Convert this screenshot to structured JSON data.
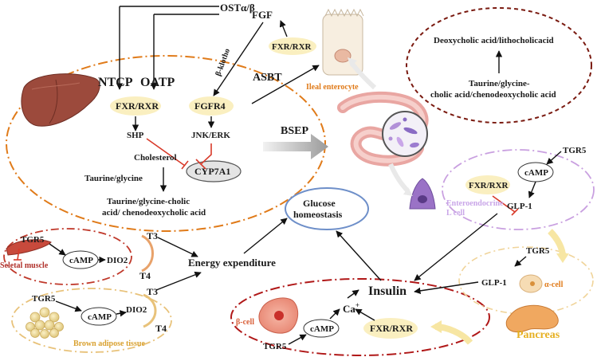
{
  "labels": {
    "ost": "OSTα/β",
    "fgf": "FGF",
    "fxr_rxr_top": "FXR/RXR",
    "beta_klotho": "β-klotho",
    "ileal_enterocyte": "Ileal enterocyte",
    "asbt": "ASBT",
    "ntcp": "NTCP",
    "oatp": "OATP",
    "fxr_rxr_liver": "FXR/RXR",
    "fgfr4": "FGFR4",
    "shp": "SHP",
    "jnk_erk": "JNK/ERK",
    "cholesterol": "Cholesterol",
    "taurine_glycine": "Taurine/glycine",
    "cyp7a1": "CYP7A1",
    "conj_line1": "Taurine/glycine-cholic",
    "conj_line2": "acid/ chenodeoxycholic acid",
    "dca_lca": "Deoxycholic acid/lithocholicacid",
    "tg_line1": "Taurine/glycine-",
    "tg_line2": "cholic acid/chenodeoxycholic acid",
    "bsep": "BSEP",
    "tgr5_l": "TGR5",
    "camp_l": "cAMP",
    "fxr_rxr_l": "FXR/RXR",
    "glp1_l": "GLP-1",
    "l_cell_1": "Enteroendocrine",
    "l_cell_2": "L cell",
    "glucose_1": "Glucose",
    "glucose_2": "homeostasis",
    "tgr5_muscle": "TGR5",
    "camp_muscle": "cAMP",
    "dio2_muscle": "DIO2",
    "t3_muscle": "T3",
    "t4_muscle": "T4",
    "skeletal_muscle": "Seletal muscle",
    "energy": "Energy expenditure",
    "tgr5_bat": "TGR5",
    "camp_bat": "cAMP",
    "dio2_bat": "DIO2",
    "t3_bat": "T3",
    "t4_bat": "T4",
    "bat": "Brown adipose tissue",
    "insulin": "Insulin",
    "ca": "Ca",
    "ca_sup": "+",
    "beta_cell": "β-cell",
    "camp_beta": "cAMP",
    "fxr_rxr_beta": "FXR/RXR",
    "tgr5_beta": "TGR5",
    "tgr5_alpha": "TGR5",
    "glp1_alpha": "GLP-1",
    "alpha_cell": "α-cell",
    "pancreas": "Pancreas"
  },
  "colors": {
    "liver_boundary": "#e07b1a",
    "ileum_boundary": "#7a1a10",
    "lcell_boundary": "#c9a0e0",
    "muscle_boundary": "#c0392b",
    "bat_boundary": "#e8c27a",
    "beta_boundary": "#b01818",
    "alpha_boundary": "#f0d49a",
    "receptor_fill": "#faefc0",
    "inhibit": "#d83a2a",
    "orange_text": "#e07b1a",
    "lavender_text": "#c9a6e8",
    "muscle_text": "#b0302a",
    "bat_text": "#d9a130",
    "pancreas_text": "#e6b022",
    "glucose_outline": "#6e8fc9",
    "cyp_fill": "#e4e4e4"
  },
  "icons": [
    "liver-icon",
    "enterocyte-icon",
    "intestine-icon",
    "bacteria-icon",
    "l-cell-icon",
    "muscle-icon",
    "adipose-icon",
    "beta-cell-icon",
    "alpha-cell-icon",
    "pancreas-icon",
    "bile-flow-arrow-icon"
  ]
}
